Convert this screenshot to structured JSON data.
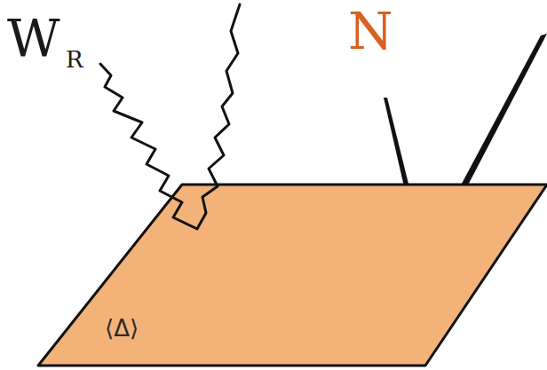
{
  "diagram": {
    "nodes": [
      {
        "text": [
          "⟨Δ⟩"
        ]
      }
    ],
    "labels": [
      "W",
      "R",
      "N"
    ]
  }
}
